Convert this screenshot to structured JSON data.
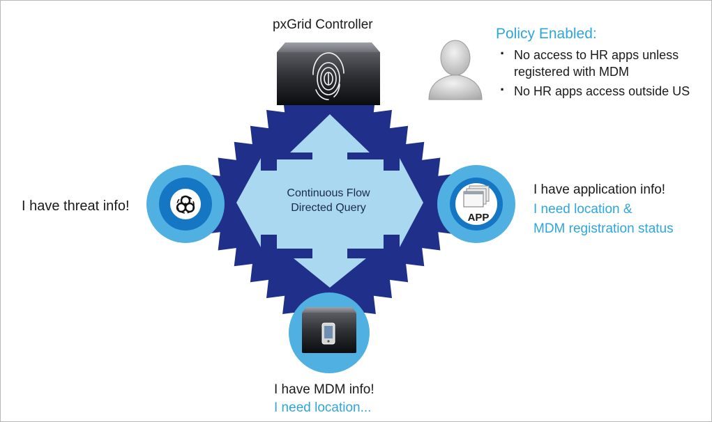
{
  "controller": {
    "title": "pxGrid Controller"
  },
  "policy": {
    "title": "Policy Enabled:",
    "items": [
      "No access to HR apps unless registered with MDM",
      "No HR apps access outside US"
    ]
  },
  "center": {
    "line1": "Continuous Flow",
    "line2": "Directed Query"
  },
  "threat": {
    "label": "I have threat info!"
  },
  "app": {
    "line1": "I have application info!",
    "line2": "I need location &",
    "line3": "MDM registration status",
    "tag": "APP"
  },
  "mdm": {
    "line1": "I have MDM info!",
    "line2": "I need location..."
  },
  "colors": {
    "star_fill": "#1f2f8a",
    "arrow_fill": "#a9d8f0",
    "node_outer": "#4fb0e1",
    "node_inner": "#ffffff",
    "highlight_text": "#2ea6dc"
  },
  "icons": {
    "controller": "fingerprint-icon",
    "threat": "biohazard-icon",
    "app": "app-windows-icon",
    "mdm": "mobile-device-icon",
    "user": "user-avatar-icon"
  }
}
